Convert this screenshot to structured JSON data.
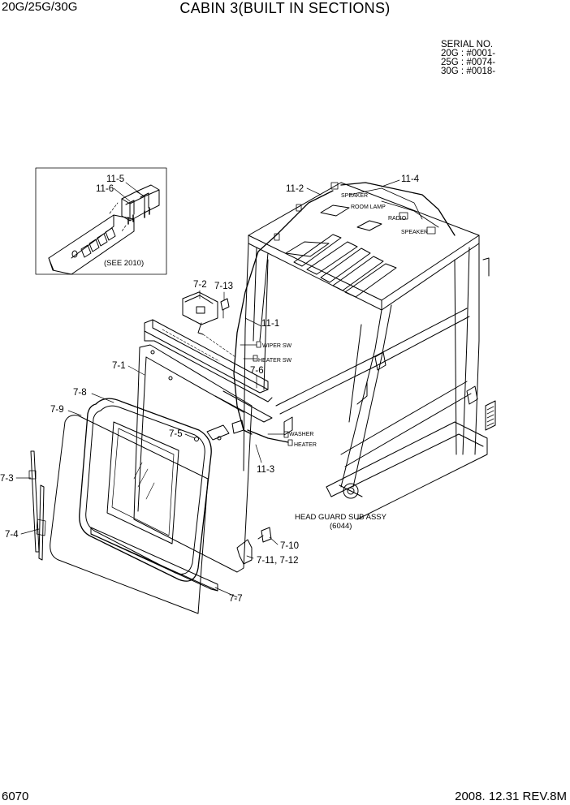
{
  "header": {
    "model": "20G/25G/30G",
    "title": "CABIN 3(BUILT IN SECTIONS)",
    "serial_no": {
      "label": "SERIAL NO.",
      "lines": [
        "20G : #0001-",
        "25G : #0074-",
        "30G : #0018-"
      ]
    }
  },
  "footer": {
    "page_number": "6070",
    "date_rev": "2008. 12.31  REV.8M"
  },
  "inset": {
    "note": "(SEE 2010)",
    "labels": [
      "11-5",
      "11-6"
    ]
  },
  "part_labels": {
    "p7_1": "7-1",
    "p7_2": "7-2",
    "p7_3": "7-3",
    "p7_4": "7-4",
    "p7_5": "7-5",
    "p7_6": "7-6",
    "p7_7": "7-7",
    "p7_8": "7-8",
    "p7_9": "7-9",
    "p7_10": "7-10",
    "p7_11_12": "7-11, 7-12",
    "p7_13": "7-13",
    "p11_1": "11-1",
    "p11_2": "11-2",
    "p11_3": "11-3",
    "p11_4": "11-4"
  },
  "wire_tags": {
    "speaker_1": "SPEAKER",
    "room_lamp": "ROOM LAMP",
    "radio": "RADIO",
    "speaker_2": "SPEAKER",
    "wiper_sw": "WIPER SW",
    "heater_sw": "HEATER SW",
    "washer": "WASHER",
    "heater": "HEATER"
  },
  "assembly_note": {
    "line1": "HEAD GUARD SUB ASSY",
    "line2": "(6044)"
  }
}
